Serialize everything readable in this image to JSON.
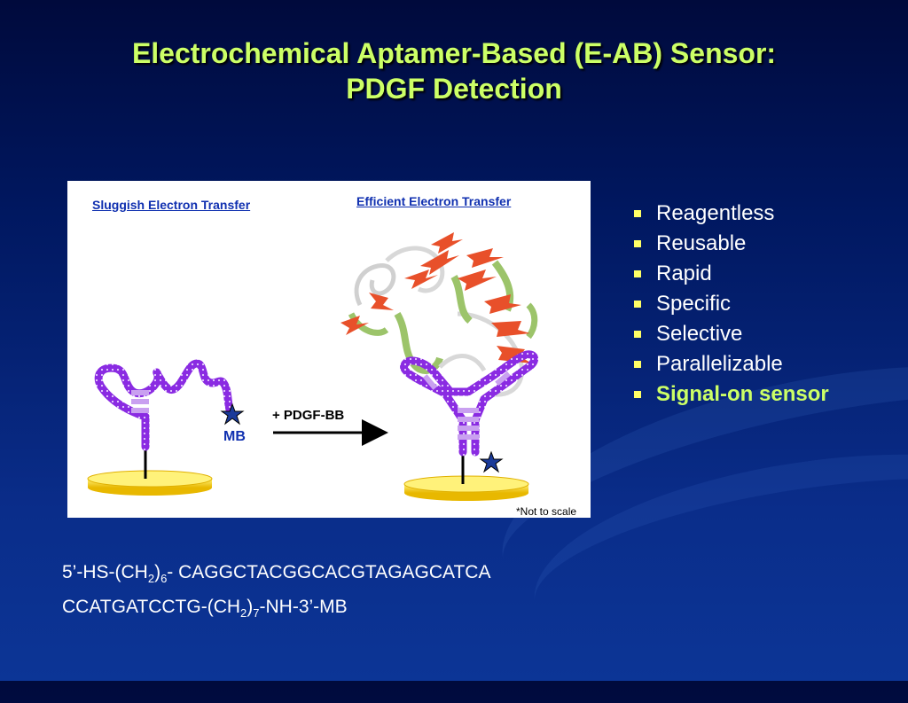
{
  "slide": {
    "title_line1": "Electrochemical Aptamer-Based (E-AB) Sensor:",
    "title_line2": "PDGF Detection"
  },
  "figure": {
    "left_label": "Sluggish Electron Transfer",
    "right_label": "Efficient Electron Transfer",
    "reagent_label": "+ PDGF-BB",
    "redox_label": "MB",
    "scale_note": "*Not  to scale"
  },
  "bullets": [
    {
      "text": "Reagentless",
      "highlight": false
    },
    {
      "text": "Reusable",
      "highlight": false
    },
    {
      "text": "Rapid",
      "highlight": false
    },
    {
      "text": "Specific",
      "highlight": false
    },
    {
      "text": "Selective",
      "highlight": false
    },
    {
      "text": "Parallelizable",
      "highlight": false
    },
    {
      "text": "Signal-on sensor",
      "highlight": true
    }
  ],
  "sequence": {
    "l1_prefix": "5’-HS-(CH",
    "l1_sub1": "2",
    "l1_mid": ")",
    "l1_sub2": "6",
    "l1_suffix": "- CAGGCTACGGCACGTAGAGCATCA",
    "l2_prefix": "CCATGATCCTG-(CH",
    "l2_sub1": "2",
    "l2_mid": ")",
    "l2_sub2": "7",
    "l2_suffix": "-NH-3’-MB"
  },
  "colors": {
    "title": "#ccff66",
    "bullet_marker": "#ffff66",
    "highlight_text": "#ccff66",
    "aptamer": "#8a2be2",
    "electrode": "#ffd700",
    "protein_sheet": "#e8502a",
    "protein_helix": "#9cc46a"
  }
}
